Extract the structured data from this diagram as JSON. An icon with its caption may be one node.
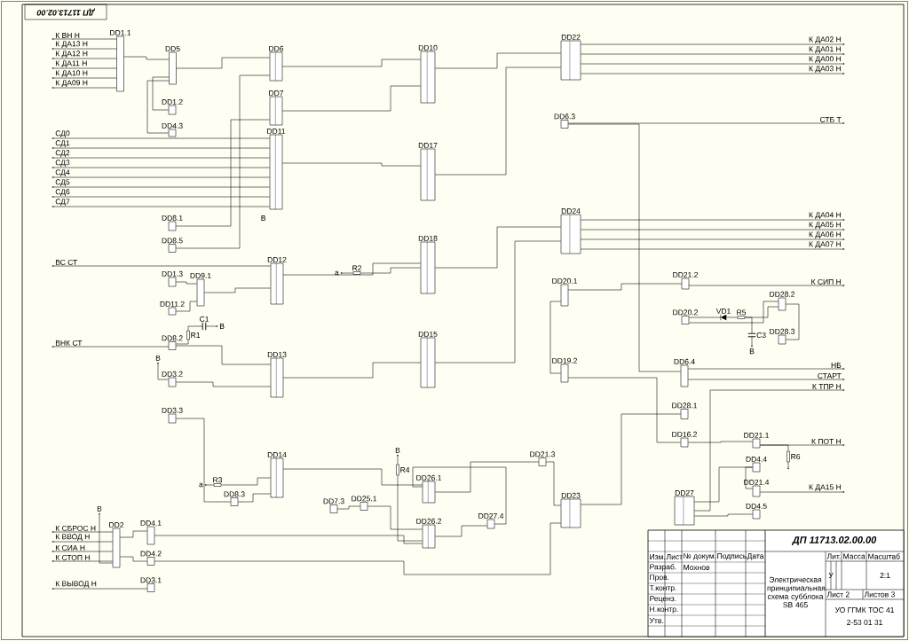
{
  "diagram": {
    "title": "ДП 11713.02.00.00",
    "nodes": [
      {
        "text": [
          "DD1.1"
        ]
      },
      {
        "text": [
          "DD5"
        ]
      },
      {
        "text": [
          "DD6"
        ]
      },
      {
        "text": [
          "DD7"
        ]
      },
      {
        "text": [
          "DD1.2"
        ]
      },
      {
        "text": [
          "DD4.3"
        ]
      },
      {
        "text": [
          "DD11"
        ]
      },
      {
        "text": [
          "DD8.1"
        ]
      },
      {
        "text": [
          "DD8.5"
        ]
      },
      {
        "text": [
          "DD1.3"
        ]
      },
      {
        "text": [
          "DD9.1"
        ]
      },
      {
        "text": [
          "DD12"
        ]
      },
      {
        "text": [
          "DD11.2"
        ]
      },
      {
        "text": [
          "DD8.2"
        ]
      },
      {
        "text": [
          "DD3.2"
        ]
      },
      {
        "text": [
          "DD3.3"
        ]
      },
      {
        "text": [
          "DD13"
        ]
      },
      {
        "text": [
          "DD14"
        ]
      },
      {
        "text": [
          "DD8.3"
        ]
      },
      {
        "text": [
          "DD2"
        ]
      },
      {
        "text": [
          "DD4.1"
        ]
      },
      {
        "text": [
          "DD4.2"
        ]
      },
      {
        "text": [
          "DD3.1"
        ]
      },
      {
        "text": [
          "DD10"
        ]
      },
      {
        "text": [
          "DD17"
        ]
      },
      {
        "text": [
          "DD18"
        ]
      },
      {
        "text": [
          "DD15"
        ]
      },
      {
        "text": [
          "DD22"
        ]
      },
      {
        "text": [
          "DD6.3"
        ]
      },
      {
        "text": [
          "DD24"
        ]
      },
      {
        "text": [
          "DD20.1"
        ]
      },
      {
        "text": [
          "DD19.2"
        ]
      },
      {
        "text": [
          "DD21.3"
        ]
      },
      {
        "text": [
          "DD26.1"
        ]
      },
      {
        "text": [
          "DD26.2"
        ]
      },
      {
        "text": [
          "DD7.3"
        ]
      },
      {
        "text": [
          "DD25.1"
        ]
      },
      {
        "text": [
          "DD27.4"
        ]
      },
      {
        "text": [
          "DD23"
        ]
      },
      {
        "text": [
          "DD27"
        ]
      },
      {
        "text": [
          "DD21.2"
        ]
      },
      {
        "text": [
          "DD20.2"
        ]
      },
      {
        "text": [
          "DD28.2"
        ]
      },
      {
        "text": [
          "DD28.3"
        ]
      },
      {
        "text": [
          "DD6.4"
        ]
      },
      {
        "text": [
          "DD28.1"
        ]
      },
      {
        "text": [
          "DD16.2"
        ]
      },
      {
        "text": [
          "DD21.1"
        ]
      },
      {
        "text": [
          "DD4.4"
        ]
      },
      {
        "text": [
          "DD21.4"
        ]
      },
      {
        "text": [
          "DD4.5"
        ]
      },
      {
        "text": [
          "R1"
        ]
      },
      {
        "text": [
          "C1"
        ]
      },
      {
        "text": [
          "R2"
        ]
      },
      {
        "text": [
          "R3"
        ]
      },
      {
        "text": [
          "R4"
        ]
      },
      {
        "text": [
          "VD1"
        ]
      },
      {
        "text": [
          "R5"
        ]
      },
      {
        "text": [
          "C3"
        ]
      },
      {
        "text": [
          "R6"
        ]
      },
      {
        "text": [
          "К ВН Н"
        ]
      },
      {
        "text": [
          "К ДА13 Н"
        ]
      },
      {
        "text": [
          "К ДА12 Н"
        ]
      },
      {
        "text": [
          "К ДА11 Н"
        ]
      },
      {
        "text": [
          "К ДА10 Н"
        ]
      },
      {
        "text": [
          "К ДА09 Н"
        ]
      },
      {
        "text": [
          "СД0"
        ]
      },
      {
        "text": [
          "СД1"
        ]
      },
      {
        "text": [
          "СД2"
        ]
      },
      {
        "text": [
          "СД3"
        ]
      },
      {
        "text": [
          "СД4"
        ]
      },
      {
        "text": [
          "СД5"
        ]
      },
      {
        "text": [
          "СД6"
        ]
      },
      {
        "text": [
          "СД7"
        ]
      },
      {
        "text": [
          "ВС СТ"
        ]
      },
      {
        "text": [
          "ВНК СТ"
        ]
      },
      {
        "text": [
          "К СБРОС Н"
        ]
      },
      {
        "text": [
          "К ВВОД Н"
        ]
      },
      {
        "text": [
          "К СИА Н"
        ]
      },
      {
        "text": [
          "К СТОП Н"
        ]
      },
      {
        "text": [
          "К ВЫВОД Н"
        ]
      },
      {
        "text": [
          "К ДА02 Н"
        ]
      },
      {
        "text": [
          "К ДА01 Н"
        ]
      },
      {
        "text": [
          "К ДА00 Н"
        ]
      },
      {
        "text": [
          "К ДА03 Н"
        ]
      },
      {
        "text": [
          "СТБ Т"
        ]
      },
      {
        "text": [
          "К ДА04 Н"
        ]
      },
      {
        "text": [
          "К ДА05 Н"
        ]
      },
      {
        "text": [
          "К ДА06 Н"
        ]
      },
      {
        "text": [
          "К ДА07 Н"
        ]
      },
      {
        "text": [
          "К СИП Н"
        ]
      },
      {
        "text": [
          "НБ"
        ]
      },
      {
        "text": [
          "СТАРТ"
        ]
      },
      {
        "text": [
          "К ТПР Н"
        ]
      },
      {
        "text": [
          "К ПОТ Н"
        ]
      },
      {
        "text": [
          "К ДА15 Н"
        ]
      },
      {
        "text": [
          "а"
        ]
      },
      {
        "text": [
          "а"
        ]
      },
      {
        "text": [
          "В"
        ]
      },
      {
        "text": [
          "В"
        ]
      },
      {
        "text": [
          "В"
        ]
      },
      {
        "text": [
          "В"
        ]
      },
      {
        "text": [
          "В"
        ]
      }
    ],
    "edges": [
      {
        "from": 0,
        "to": 60,
        "arrow": "to"
      },
      {
        "from": 0,
        "to": 61,
        "arrow": "to"
      },
      {
        "from": 0,
        "to": 62,
        "arrow": "to"
      },
      {
        "from": 0,
        "to": 63,
        "arrow": "to"
      },
      {
        "from": 0,
        "to": 64,
        "arrow": "to"
      },
      {
        "from": 0,
        "to": 65,
        "arrow": "to"
      },
      {
        "from": 6,
        "to": 66,
        "arrow": "to"
      },
      {
        "from": 6,
        "to": 67,
        "arrow": "to"
      },
      {
        "from": 6,
        "to": 68,
        "arrow": "to"
      },
      {
        "from": 6,
        "to": 69,
        "arrow": "to"
      },
      {
        "from": 6,
        "to": 70,
        "arrow": "to"
      },
      {
        "from": 6,
        "to": 71,
        "arrow": "to"
      },
      {
        "from": 6,
        "to": 72,
        "arrow": "to"
      },
      {
        "from": 6,
        "to": 73,
        "arrow": "to"
      },
      {
        "from": 11,
        "to": 74,
        "arrow": "to"
      },
      {
        "from": 13,
        "to": 75,
        "arrow": "to"
      },
      {
        "from": 19,
        "to": 76,
        "arrow": "to"
      },
      {
        "from": 19,
        "to": 77,
        "arrow": "to"
      },
      {
        "from": 19,
        "to": 78,
        "arrow": "to"
      },
      {
        "from": 19,
        "to": 79,
        "arrow": "to"
      },
      {
        "from": 22,
        "to": 80,
        "arrow": "to"
      },
      {
        "from": 27,
        "to": 81,
        "arrow": "to"
      },
      {
        "from": 27,
        "to": 82,
        "arrow": "to"
      },
      {
        "from": 27,
        "to": 83,
        "arrow": "to"
      },
      {
        "from": 27,
        "to": 84,
        "arrow": "to"
      },
      {
        "from": 28,
        "to": 85,
        "arrow": "to"
      },
      {
        "from": 29,
        "to": 86,
        "arrow": "to"
      },
      {
        "from": 29,
        "to": 87,
        "arrow": "to"
      },
      {
        "from": 29,
        "to": 88,
        "arrow": "to"
      },
      {
        "from": 29,
        "to": 89,
        "arrow": "to"
      },
      {
        "from": 40,
        "to": 90,
        "arrow": "to"
      },
      {
        "from": 44,
        "to": 91,
        "arrow": "to"
      },
      {
        "from": 44,
        "to": 92,
        "arrow": "to"
      },
      {
        "from": 39,
        "to": 93,
        "arrow": "to"
      },
      {
        "from": 47,
        "to": 94,
        "arrow": "to"
      },
      {
        "from": 49,
        "to": 95,
        "arrow": "to"
      },
      {
        "from": 0,
        "to": 1,
        "arrow": "none"
      },
      {
        "from": 1,
        "to": 2,
        "arrow": "none"
      },
      {
        "from": 1,
        "to": 4,
        "arrow": "none"
      },
      {
        "from": 1,
        "to": 5,
        "arrow": "none"
      },
      {
        "from": 2,
        "to": 23,
        "arrow": "none"
      },
      {
        "from": 3,
        "to": 23,
        "arrow": "none"
      },
      {
        "from": 6,
        "to": 24,
        "arrow": "none"
      },
      {
        "from": 23,
        "to": 27,
        "arrow": "none"
      },
      {
        "from": 24,
        "to": 27,
        "arrow": "none"
      },
      {
        "from": 25,
        "to": 29,
        "arrow": "none"
      },
      {
        "from": 26,
        "to": 29,
        "arrow": "none"
      },
      {
        "from": 7,
        "to": 3,
        "arrow": "none"
      },
      {
        "from": 8,
        "to": 2,
        "arrow": "none"
      },
      {
        "from": 9,
        "to": 10,
        "arrow": "none"
      },
      {
        "from": 12,
        "to": 10,
        "arrow": "none"
      },
      {
        "from": 10,
        "to": 11,
        "arrow": "none"
      },
      {
        "from": 11,
        "to": 25,
        "arrow": "none"
      },
      {
        "from": 13,
        "to": 16,
        "arrow": "none"
      },
      {
        "from": 14,
        "to": 16,
        "arrow": "none"
      },
      {
        "from": 15,
        "to": 18,
        "arrow": "none"
      },
      {
        "from": 18,
        "to": 17,
        "arrow": "none"
      },
      {
        "from": 16,
        "to": 26,
        "arrow": "none"
      },
      {
        "from": 17,
        "to": 33,
        "arrow": "none"
      },
      {
        "from": 19,
        "to": 20,
        "arrow": "none"
      },
      {
        "from": 19,
        "to": 21,
        "arrow": "none"
      },
      {
        "from": 20,
        "to": 34,
        "arrow": "none"
      },
      {
        "from": 21,
        "to": 38,
        "arrow": "none"
      },
      {
        "from": 35,
        "to": 36,
        "arrow": "none"
      },
      {
        "from": 36,
        "to": 34,
        "arrow": "none"
      },
      {
        "from": 34,
        "to": 37,
        "arrow": "none"
      },
      {
        "from": 37,
        "to": 33,
        "arrow": "none"
      },
      {
        "from": 33,
        "to": 32,
        "arrow": "none"
      },
      {
        "from": 32,
        "to": 38,
        "arrow": "none"
      },
      {
        "from": 30,
        "to": 40,
        "arrow": "none"
      },
      {
        "from": 30,
        "to": 31,
        "arrow": "none"
      },
      {
        "from": 31,
        "to": 46,
        "arrow": "none"
      },
      {
        "from": 41,
        "to": 42,
        "arrow": "none"
      },
      {
        "from": 42,
        "to": 43,
        "arrow": "none"
      },
      {
        "from": 46,
        "to": 47,
        "arrow": "none"
      },
      {
        "from": 39,
        "to": 48,
        "arrow": "none"
      },
      {
        "from": 48,
        "to": 49,
        "arrow": "none"
      },
      {
        "from": 39,
        "to": 50,
        "arrow": "none"
      },
      {
        "from": 28,
        "to": 44,
        "arrow": "none"
      },
      {
        "from": 38,
        "to": 45,
        "arrow": "none"
      },
      {
        "from": 51,
        "to": 13,
        "arrow": "none"
      },
      {
        "from": 52,
        "to": 51,
        "arrow": "none"
      },
      {
        "from": 53,
        "to": 25,
        "arrow": "none"
      },
      {
        "from": 54,
        "to": 17,
        "arrow": "none"
      },
      {
        "from": 55,
        "to": 34,
        "arrow": "none"
      },
      {
        "from": 56,
        "to": 57,
        "arrow": "none"
      },
      {
        "from": 57,
        "to": 58,
        "arrow": "none"
      },
      {
        "from": 57,
        "to": 42,
        "arrow": "none"
      },
      {
        "from": 41,
        "to": 56,
        "arrow": "none"
      },
      {
        "from": 59,
        "to": 47,
        "arrow": "none"
      },
      {
        "from": 53,
        "to": 96,
        "arrow": "to"
      },
      {
        "from": 54,
        "to": 97,
        "arrow": "to"
      },
      {
        "from": 55,
        "to": 98,
        "arrow": "to"
      },
      {
        "from": 52,
        "to": 99,
        "arrow": "to"
      },
      {
        "from": 58,
        "to": 100,
        "arrow": "to"
      },
      {
        "from": 59,
        "to": null,
        "arrow": "to"
      },
      {
        "from": 14,
        "to": 101,
        "arrow": "to"
      },
      {
        "from": 19,
        "to": 102,
        "arrow": "to"
      }
    ],
    "labels": [
      "ДП 11713.02.00",
      "В",
      "Изм.",
      "Лист",
      "№ докум.",
      "Подпись",
      "Дата",
      "Разраб.",
      "Мохнов",
      "Пров.",
      "Т.контр.",
      "Реценз.",
      "Н.контр.",
      "Утв.",
      "Электрическая принципиальная схема субблока SB 465",
      "Лит.",
      "Масса",
      "Масштаб",
      "У",
      "2:1",
      "Лист 2",
      "Листов 3",
      "УО ГГМК ТОС 41",
      "2-53 01 31"
    ]
  }
}
